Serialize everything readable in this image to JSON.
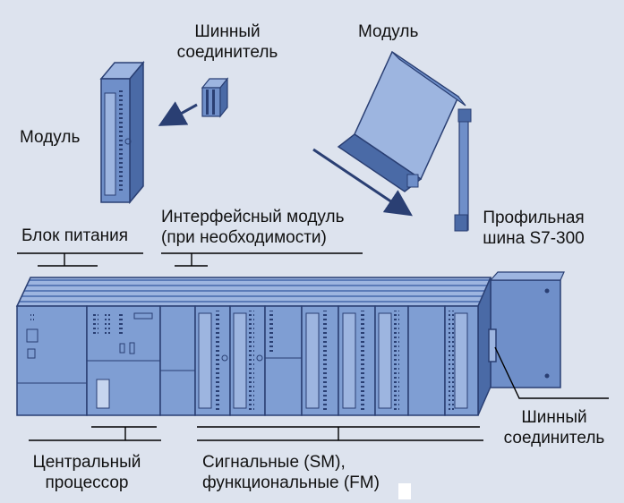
{
  "colors": {
    "background": "#dde3ee",
    "module_fill": "#6f8fc9",
    "module_light": "#9db5e0",
    "module_dark": "#4a6aa6",
    "outline": "#2a3f73",
    "line": "#000000"
  },
  "labels": {
    "module_top_left": "Модуль",
    "bus_connector_top": [
      "Шинный",
      "соединитель"
    ],
    "module_top_right": "Модуль",
    "profile_rail": [
      "Профильная",
      "шина S7-300"
    ],
    "power_supply": "Блок питания",
    "interface_module": [
      "Интерфейсный модуль",
      "(при необходимости)"
    ],
    "cpu": [
      "Центральный",
      "процессор"
    ],
    "signal_modules": [
      "Сигнальные (SM),",
      "функциональные (FM)"
    ],
    "bus_connector_bottom": [
      "Шинный",
      "соединитель"
    ]
  },
  "icons": [
    "arrow-left-icon",
    "arrow-down-right-icon"
  ]
}
